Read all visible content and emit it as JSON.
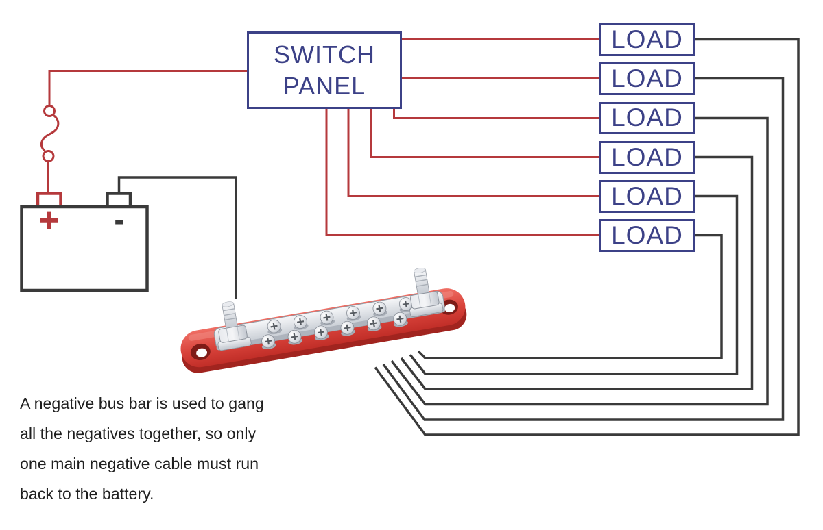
{
  "switch_panel": {
    "label": "SWITCH PANEL"
  },
  "loads": [
    {
      "label": "LOAD"
    },
    {
      "label": "LOAD"
    },
    {
      "label": "LOAD"
    },
    {
      "label": "LOAD"
    },
    {
      "label": "LOAD"
    },
    {
      "label": "LOAD"
    }
  ],
  "battery": {
    "positive_symbol": "+",
    "negative_symbol": "-"
  },
  "caption": {
    "lines": [
      "A negative bus bar is used to gang",
      "all the negatives together, so only",
      "one main negative cable must run",
      "back to the battery."
    ]
  },
  "colors": {
    "positive_wire_red": "#b5393c",
    "negative_wire_black": "#3a3a3a",
    "component_outline_navy": "#3c4187",
    "busbar_red": "#ce342d",
    "busbar_red_dark": "#a1241f",
    "metal_silver_light": "#f6f7f9",
    "metal_silver_dark": "#bfc5cd"
  }
}
